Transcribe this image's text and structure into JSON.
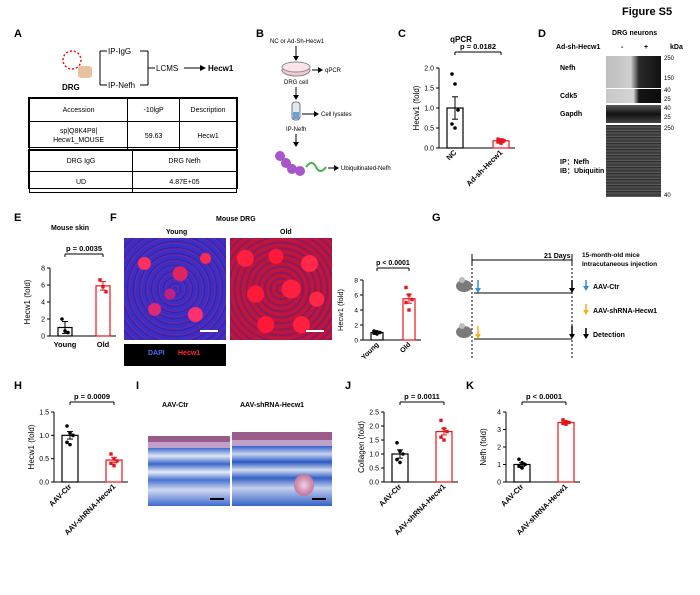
{
  "figure_title": "Figure S5",
  "panels": {
    "A": {
      "label": "A",
      "drg": "DRG",
      "ip_igg": "IP-IgG",
      "ip_nefh": "IP-Nefh",
      "lcms": "LCMS",
      "hecw1": "Hecw1",
      "table1": {
        "headers": [
          "Accession",
          "-10lgP",
          "Description"
        ],
        "row": [
          "sp|Q8K4P8|\nHecw1_MOUSE",
          "59.63",
          "Hecw1"
        ]
      },
      "table2": {
        "headers": [
          "DRG IgG",
          "DRG Nefh"
        ],
        "row": [
          "UD",
          "4.87E+05"
        ]
      }
    },
    "B": {
      "label": "B",
      "top": "NC or Ad-Sh-Hecw1",
      "drg_cell": "DRG cell",
      "qpcr": "qPCR",
      "cell_lysates": "Cell lysates",
      "ip_nefh": "IP-Nefh",
      "ubiq": "Ubiquitinated-Nefh"
    },
    "C": {
      "label": "C",
      "title": "qPCR",
      "pval": "p = 0.0182",
      "ylabel": "Hecw1 (fold)"
    },
    "D": {
      "label": "D",
      "title": "DRG neurons",
      "treatment": "Ad-sh-Hecw1",
      "minus": "-",
      "plus": "+",
      "kda": "kDa",
      "bands": [
        "Nefh",
        "Cdk5",
        "Gapdh"
      ],
      "ip": "IP：Nefh",
      "ib": "IB：Ubiquitin",
      "markers": [
        "250",
        "150",
        "40",
        "25",
        "40",
        "25",
        "250",
        "40"
      ]
    },
    "E": {
      "label": "E",
      "title": "Mouse  skin",
      "pval": "p = 0.0035",
      "ylabel": "Hecw1 (fold)"
    },
    "F": {
      "label": "F",
      "title": "Mouse  DRG",
      "young": "Young",
      "old": "Old",
      "dapi": "DAPI",
      "hecw1": "Hecw1",
      "pval": "p < 0.0001",
      "ylabel": "Hecw1 (fold)"
    },
    "G": {
      "label": "G",
      "days": "21 Days",
      "mice": "15-month-old mice",
      "injection": "Intracutaneous injection",
      "aav_ctr": "AAV-Ctr",
      "aav_sh": "AAV-shRNA-Hecw1",
      "detection": "Detection"
    },
    "H": {
      "label": "H",
      "pval": "p = 0.0009",
      "ylabel": "Hecw1 (fold)"
    },
    "I": {
      "label": "I",
      "ctr": "AAV-Ctr",
      "sh": "AAV-shRNA-Hecw1"
    },
    "J": {
      "label": "J",
      "pval": "p = 0.0011",
      "ylabel": "Collagen (fold)"
    },
    "K": {
      "label": "K",
      "pval": "p < 0.0001",
      "ylabel": "Nefh (fold)"
    }
  },
  "colors": {
    "control": "#000000",
    "treatment": "#e8141c",
    "blue_arrow": "#2f8fd8",
    "yellow_arrow": "#f3b21a"
  },
  "chart_data": [
    {
      "id": "C",
      "type": "bar",
      "categories": [
        "NC",
        "Ad-sh-Hecw1"
      ],
      "values": [
        1.0,
        0.18
      ],
      "errors": [
        0.28,
        0.05
      ],
      "points": [
        [
          1.85,
          1.6,
          0.95,
          0.6,
          0.5
        ],
        [
          0.22,
          0.2,
          0.18,
          0.15,
          0.12
        ]
      ],
      "ylabel": "Hecw1 (fold)",
      "ylim": [
        0,
        2.0
      ],
      "yticks": [
        0.0,
        0.5,
        1.0,
        1.5,
        2.0
      ],
      "yticklabels": [
        "0.0",
        "0.5",
        "1.0",
        "1.5",
        "2.0"
      ],
      "pvalue": "p = 0.0182"
    },
    {
      "id": "E",
      "type": "bar",
      "categories": [
        "Young",
        "Old"
      ],
      "values": [
        1.0,
        5.9
      ],
      "errors": [
        0.7,
        0.5
      ],
      "points": [
        [
          2.0,
          0.6,
          0.4
        ],
        [
          6.6,
          5.8,
          5.2
        ]
      ],
      "ylabel": "Hecw1 (fold)",
      "ylim": [
        0,
        8
      ],
      "yticks": [
        0,
        2,
        4,
        6,
        8
      ],
      "yticklabels": [
        "0",
        "2",
        "4",
        "6",
        "8"
      ],
      "pvalue": "p = 0.0035"
    },
    {
      "id": "F",
      "type": "bar",
      "categories": [
        "Young",
        "Old"
      ],
      "values": [
        1.0,
        5.5
      ],
      "errors": [
        0.15,
        0.6
      ],
      "points": [
        [
          1.2,
          1.1,
          1.0,
          0.9,
          0.8
        ],
        [
          7.0,
          6.0,
          5.4,
          5.0,
          4.0
        ]
      ],
      "ylabel": "Hecw1 (fold)",
      "ylim": [
        0,
        8
      ],
      "yticks": [
        0,
        2,
        4,
        6,
        8
      ],
      "yticklabels": [
        "0",
        "2",
        "4",
        "6",
        "8"
      ],
      "pvalue": "p < 0.0001"
    },
    {
      "id": "H",
      "type": "bar",
      "categories": [
        "AAV-Ctr",
        "AAV-shRNA-Hecw1"
      ],
      "values": [
        1.0,
        0.47
      ],
      "errors": [
        0.08,
        0.06
      ],
      "points": [
        [
          1.2,
          1.05,
          1.0,
          0.85,
          0.8
        ],
        [
          0.6,
          0.5,
          0.45,
          0.4,
          0.35
        ]
      ],
      "ylabel": "Hecw1 (fold)",
      "ylim": [
        0,
        1.5
      ],
      "yticks": [
        0.0,
        0.5,
        1.0,
        1.5
      ],
      "yticklabels": [
        "0.0",
        "0.5",
        "1.0",
        "1.5"
      ],
      "pvalue": "p = 0.0009"
    },
    {
      "id": "J",
      "type": "bar",
      "categories": [
        "AAV-Ctr",
        "AAV-shRNA-Hecw1"
      ],
      "values": [
        1.0,
        1.8
      ],
      "errors": [
        0.15,
        0.12
      ],
      "points": [
        [
          1.4,
          1.1,
          1.0,
          0.8,
          0.7
        ],
        [
          2.2,
          1.9,
          1.8,
          1.6,
          1.5
        ]
      ],
      "ylabel": "Collagen (fold)",
      "ylim": [
        0,
        2.5
      ],
      "yticks": [
        0.0,
        0.5,
        1.0,
        1.5,
        2.0,
        2.5
      ],
      "yticklabels": [
        "0.0",
        "0.5",
        "1.0",
        "1.5",
        "2.0",
        "2.5"
      ],
      "pvalue": "p = 0.0011"
    },
    {
      "id": "K",
      "type": "bar",
      "categories": [
        "AAV-Ctr",
        "AAV-shRNA-Hecw1"
      ],
      "values": [
        1.0,
        3.4
      ],
      "errors": [
        0.1,
        0.06
      ],
      "points": [
        [
          1.3,
          1.1,
          1.0,
          0.9,
          0.8
        ],
        [
          3.55,
          3.45,
          3.4,
          3.35,
          3.3
        ]
      ],
      "ylabel": "Nefh (fold)",
      "ylim": [
        0,
        4
      ],
      "yticks": [
        0,
        1,
        2,
        3,
        4
      ],
      "yticklabels": [
        "0",
        "1",
        "2",
        "3",
        "4"
      ],
      "pvalue": "p < 0.0001"
    }
  ]
}
